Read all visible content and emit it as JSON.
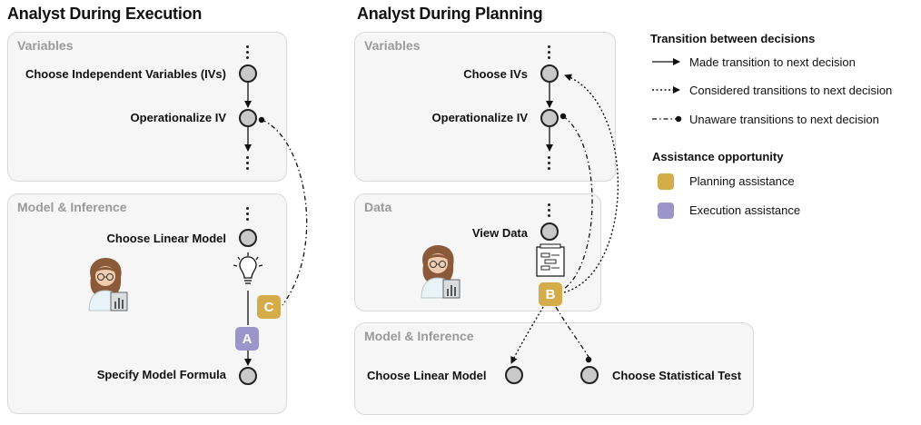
{
  "titles": {
    "execution": "Analyst During Execution",
    "planning": "Analyst During Planning"
  },
  "execution": {
    "variables_panel": {
      "label": "Variables",
      "steps": [
        "Choose Independent Variables (IVs)",
        "Operationalize  IV"
      ]
    },
    "model_panel": {
      "label": "Model & Inference",
      "steps": [
        "Choose Linear Model",
        "Specify Model Formula"
      ]
    },
    "badges": {
      "c": "C",
      "a": "A"
    }
  },
  "planning": {
    "variables_panel": {
      "label": "Variables",
      "steps": [
        "Choose IVs",
        "Operationalize IV"
      ]
    },
    "data_panel": {
      "label": "Data",
      "steps": [
        "View Data"
      ]
    },
    "model_panel": {
      "label": "Model & Inference",
      "steps": [
        "Choose Linear Model",
        "Choose Statistical Test"
      ]
    },
    "badges": {
      "b": "B"
    }
  },
  "legend": {
    "transition_title": "Transition between decisions",
    "transitions": [
      "Made transition to next decision",
      "Considered transitions to next decision",
      "Unaware transitions to next decision"
    ],
    "assistance_title": "Assistance opportunity",
    "assistance": [
      {
        "label": "Planning assistance",
        "color": "#d4ad4a"
      },
      {
        "label": "Execution assistance",
        "color": "#9c95c9"
      }
    ]
  },
  "colors": {
    "planning_badge": "#d4ad4a",
    "execution_badge": "#9c95c9",
    "panel_bg": "#f6f6f6",
    "node_fill": "#c9c9c9"
  },
  "icons": [
    "analyst-avatar-icon",
    "lightbulb-icon",
    "data-sheet-icon"
  ]
}
